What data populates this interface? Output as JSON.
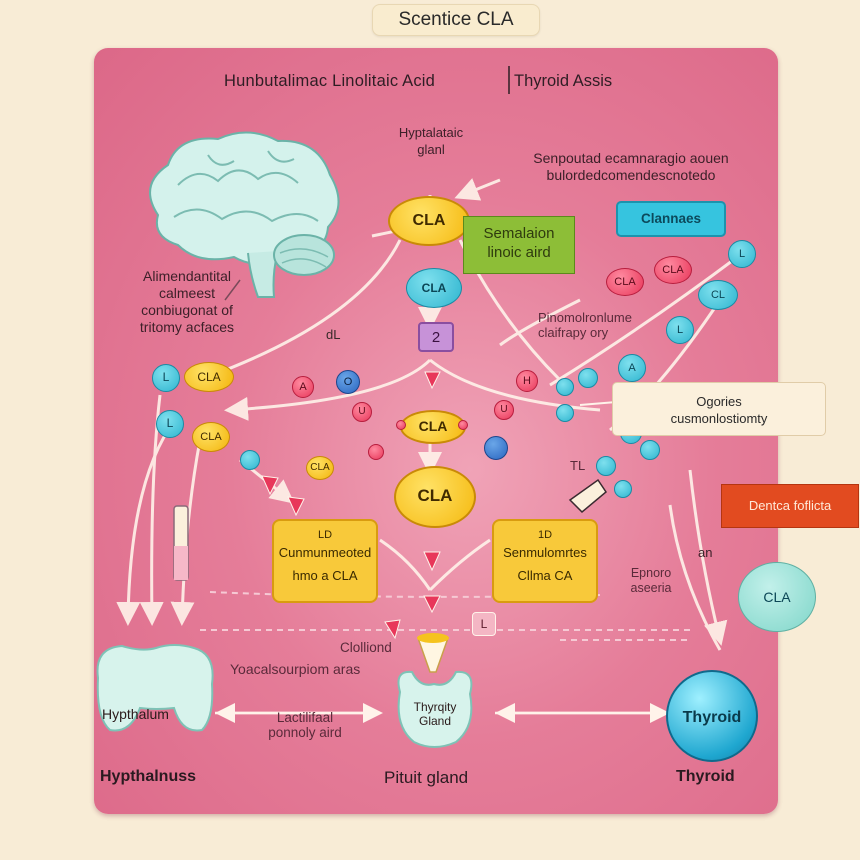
{
  "header": {
    "badge": "Scentice CLA",
    "title": "Hunbutalimac Linolitaic Acid",
    "subtitle": "Thyroid Assis"
  },
  "brain": {
    "label_lines": [
      "Alimendantital",
      "calmeest",
      "conbiugonat of",
      "tritomy acfaces"
    ]
  },
  "top_node": {
    "label": "Hyptalataic\nglanl",
    "cla": "CLA"
  },
  "top_note": "Senpoutad ecamnaragio aouen\nbulordedcomendescnotedo",
  "green_box": "Semalaion\nlinoic aird",
  "blue_box": "Clannaes",
  "mid_cla": "CLA",
  "purple_badge": "2",
  "phenom_note": "Pinomolronlume\nclaifrapy ory",
  "dl_label": "dL",
  "center_cla_small": "CLA",
  "center_cla_big": "CLA",
  "small_cla_label": "CLA",
  "cream_box": "Ogories\ncusmonlostiomty",
  "orange_box": "Dentca foflicta",
  "left_box": {
    "tag": "LD",
    "line1": "Cunmunmeoted",
    "line2": "hmo a CLA"
  },
  "right_box": {
    "tag": "1D",
    "line1": "Senmulomrtes",
    "line2": "Cllma CA"
  },
  "side_notes": {
    "an": "an",
    "enpore": "Epnoro\naseeria",
    "tl": "TL"
  },
  "right_circle": "CLA",
  "bottom_notes": {
    "cloitond": "Clolliond",
    "yoacal": "Yoacalsourpiom aras",
    "lactilutai": "Lactilifaal\nponnoly aird"
  },
  "organs": {
    "hypothalamus_inner": "Hypthalum",
    "hypothalamus_label": "Hypthalnuss",
    "pituitary_inner": "Thyrqity\nGland",
    "pituitary_label": "Pituit gland",
    "thyroid_inner": "Thyroid",
    "thyroid_label": "Thyroid"
  },
  "molecules": {
    "left_row1": [
      "L",
      "CLA"
    ],
    "left_row2": [
      "L",
      "CLA"
    ],
    "row_red1": [
      "A",
      "O"
    ],
    "row_red2": [
      "U",
      "U"
    ],
    "right_chain": [
      "CLA",
      "CLA",
      "L",
      "CL",
      "L",
      "A"
    ]
  },
  "colors": {
    "panel": "#e57d99",
    "cla_yellow": "#f5b80d",
    "teal": "#2fb5cf",
    "red": "#e8375a",
    "green": "#8dbe37",
    "orange": "#e24b20"
  }
}
